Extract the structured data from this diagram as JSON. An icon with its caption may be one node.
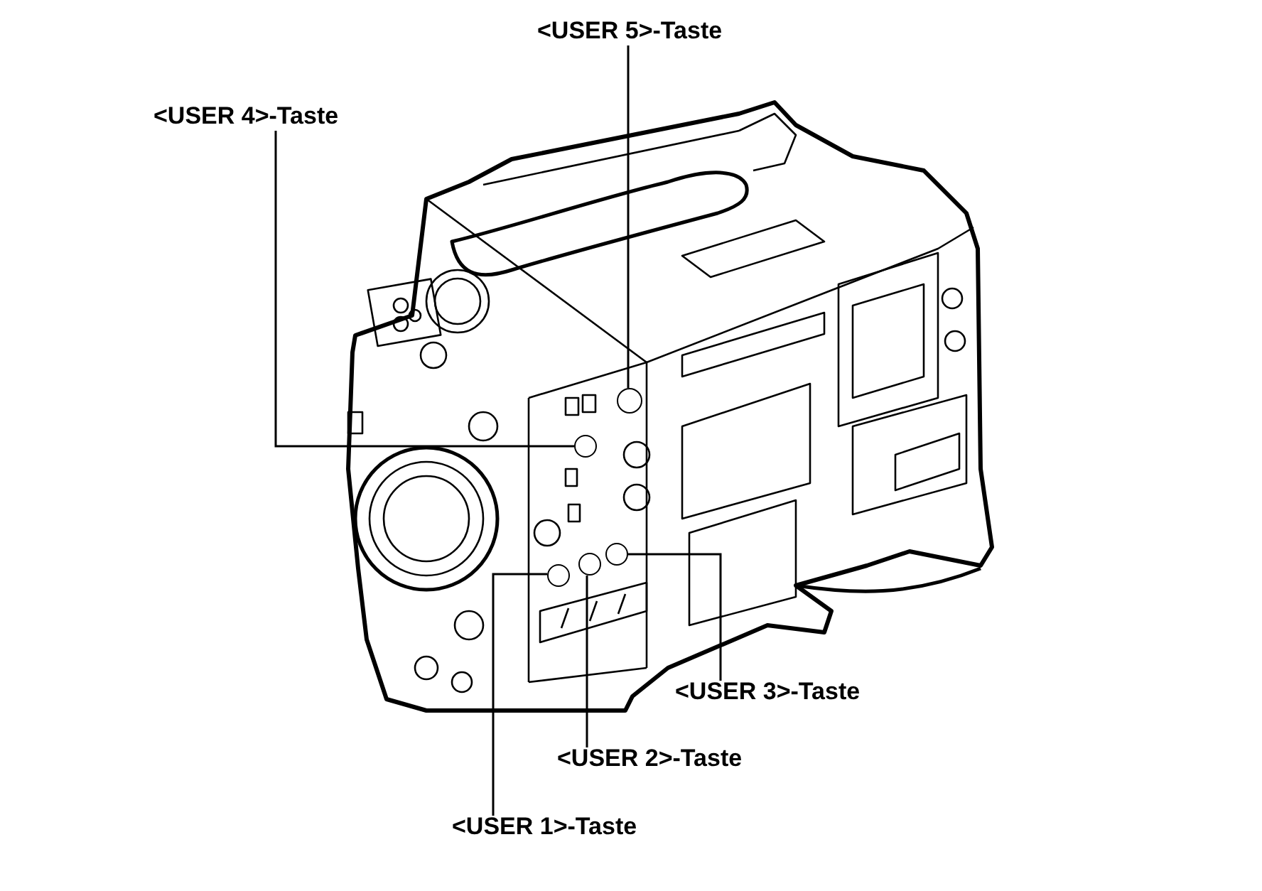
{
  "diagram": {
    "nodes": [
      {
        "text": [
          "<USER 5>-Taste"
        ]
      },
      {
        "text": [
          "<USER 4>-Taste"
        ]
      },
      {
        "text": [
          "<USER 3>-Taste"
        ]
      },
      {
        "text": [
          "<USER 2>-Taste"
        ]
      },
      {
        "text": [
          "<USER 1>-Taste"
        ]
      },
      {
        "text": [],
        "shape": "circle"
      },
      {
        "text": [],
        "shape": "circle"
      },
      {
        "text": [],
        "shape": "circle"
      },
      {
        "text": [],
        "shape": "circle"
      },
      {
        "text": [],
        "shape": "circle"
      }
    ],
    "edges": [
      {
        "from": 0,
        "to": 9,
        "arrow": "none"
      },
      {
        "from": 1,
        "to": 6,
        "arrow": "none"
      },
      {
        "from": 2,
        "to": 8,
        "arrow": "none"
      },
      {
        "from": 3,
        "to": 7,
        "arrow": "none"
      },
      {
        "from": 4,
        "to": 5,
        "arrow": "none"
      }
    ]
  }
}
